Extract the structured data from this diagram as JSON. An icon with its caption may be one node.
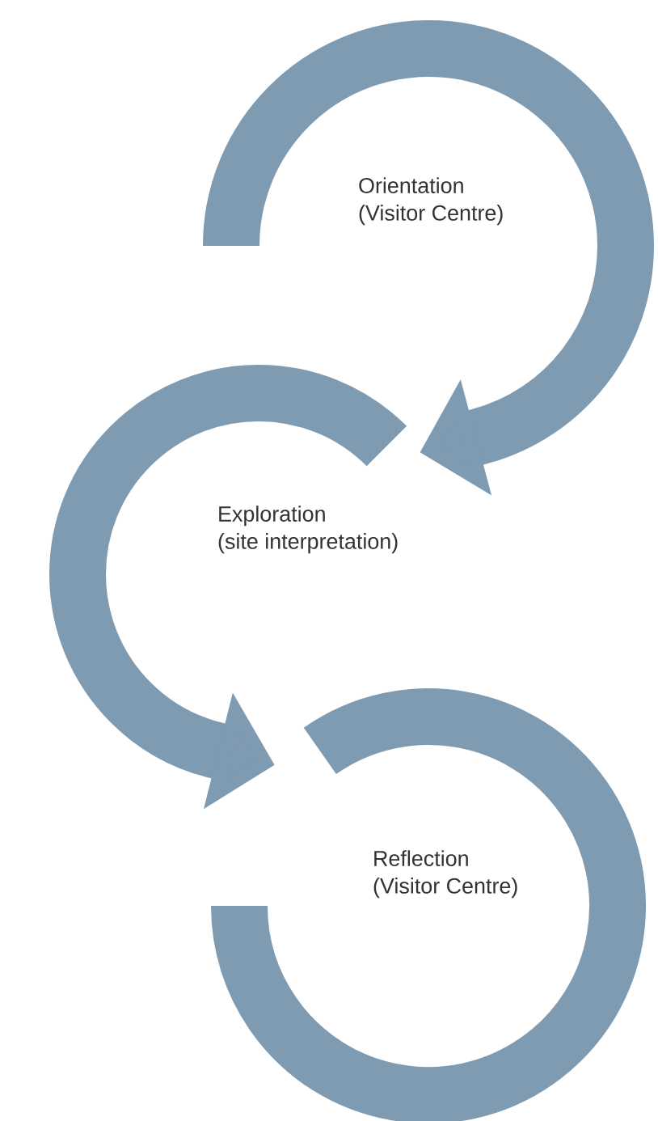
{
  "diagram": {
    "nodes": [
      {
        "text": [
          "Orientation",
          "(Visitor Centre)"
        ]
      },
      {
        "text": [
          "Exploration",
          "(site interpretation)"
        ]
      },
      {
        "text": [
          "Reflection",
          "(Visitor Centre)"
        ]
      }
    ],
    "edges": [
      {
        "from": 0,
        "to": 1,
        "arrow": "to"
      },
      {
        "from": 1,
        "to": 2,
        "arrow": "to"
      }
    ]
  }
}
